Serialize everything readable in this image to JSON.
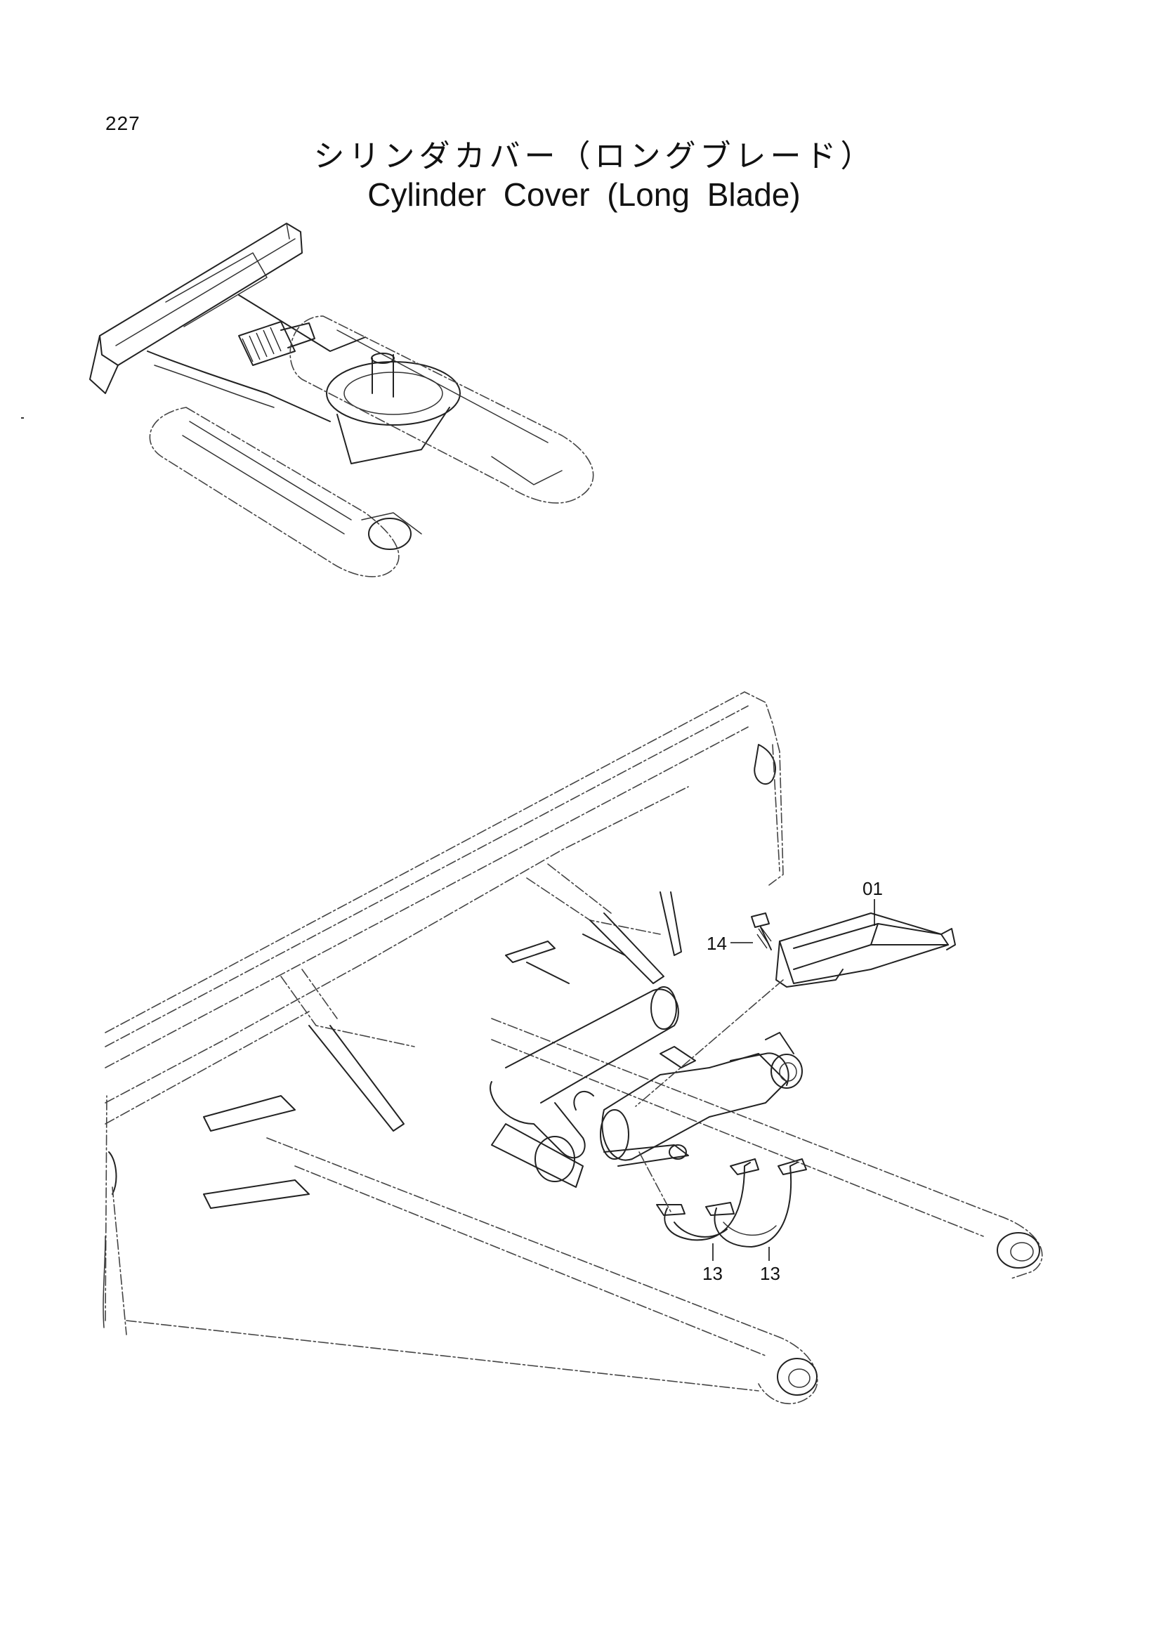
{
  "page_number": "227",
  "title_jp": "シリンダカバー（ロングブレード）",
  "title_en": "Cylinder Cover (Long Blade)",
  "callouts": [
    "01",
    "14",
    "13",
    "13"
  ]
}
